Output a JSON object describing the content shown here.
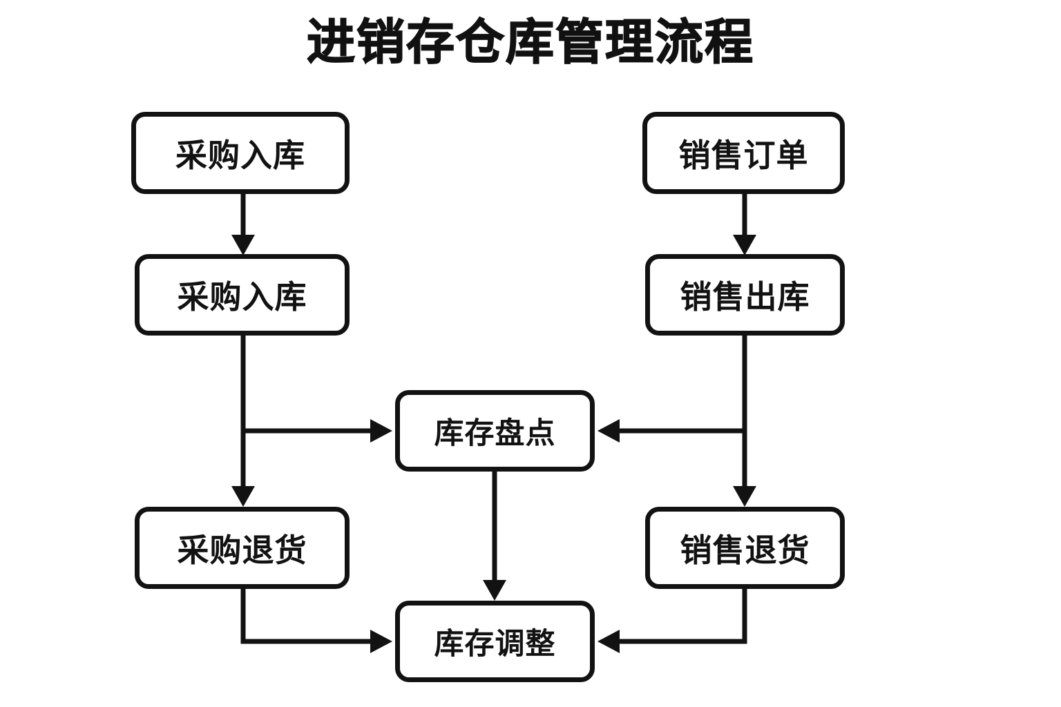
{
  "title": "进销存仓库管理流程",
  "background_color": "#ffffff",
  "stroke_color": "#121212",
  "diagram": {
    "type": "flowchart",
    "orientation": "top-to-bottom",
    "nodes": [
      {
        "id": "purchase-in-1",
        "label": "采购入库",
        "column": "left",
        "row": 1
      },
      {
        "id": "purchase-in-2",
        "label": "采购入库",
        "column": "left",
        "row": 2
      },
      {
        "id": "purchase-ret",
        "label": "采购退货",
        "column": "left",
        "row": 3
      },
      {
        "id": "sales-order",
        "label": "销售订单",
        "column": "right",
        "row": 1
      },
      {
        "id": "sales-out",
        "label": "销售出库",
        "column": "right",
        "row": 2
      },
      {
        "id": "sales-ret",
        "label": "销售退货",
        "column": "right",
        "row": 3
      },
      {
        "id": "stocktake",
        "label": "库存盘点",
        "column": "center",
        "row": 2
      },
      {
        "id": "stock-adjust",
        "label": "库存调整",
        "column": "center",
        "row": 4
      }
    ],
    "edges": [
      {
        "from": "purchase-in-1",
        "to": "purchase-in-2",
        "style": "straight-down",
        "arrow": "down"
      },
      {
        "from": "purchase-in-2",
        "to": "purchase-ret",
        "style": "straight-down",
        "arrow": "down"
      },
      {
        "from": "purchase-in-2",
        "to": "stocktake",
        "style": "branch-right",
        "arrow": "right"
      },
      {
        "from": "purchase-ret",
        "to": "stock-adjust",
        "style": "elbow-right",
        "arrow": "right"
      },
      {
        "from": "sales-order",
        "to": "sales-out",
        "style": "straight-down",
        "arrow": "down"
      },
      {
        "from": "sales-out",
        "to": "sales-ret",
        "style": "straight-down",
        "arrow": "down"
      },
      {
        "from": "sales-out",
        "to": "stocktake",
        "style": "branch-left",
        "arrow": "left"
      },
      {
        "from": "sales-ret",
        "to": "stock-adjust",
        "style": "elbow-left",
        "arrow": "left"
      },
      {
        "from": "stocktake",
        "to": "stock-adjust",
        "style": "straight-down",
        "arrow": "down"
      }
    ]
  }
}
